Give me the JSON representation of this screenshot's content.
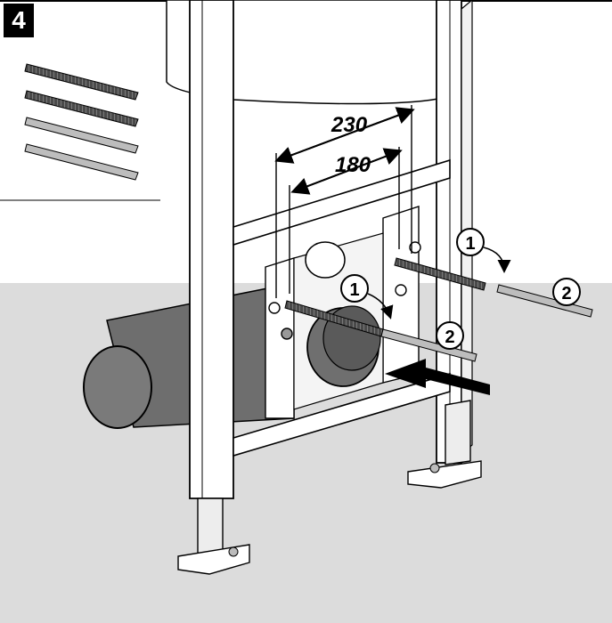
{
  "step_number": "4",
  "dimensions": {
    "outer": "230",
    "inner": "180"
  },
  "callouts": [
    {
      "id": "rod-threaded",
      "label": "1"
    },
    {
      "id": "rod-smooth",
      "label": "2"
    }
  ],
  "colors": {
    "floor": "#dcdcdc",
    "frame": "#ffffff",
    "pipe": "#6e6e6e",
    "threaded_rod": "#5a5a5a",
    "smooth_rod": "#bdbdbd",
    "badge": "#000000"
  }
}
